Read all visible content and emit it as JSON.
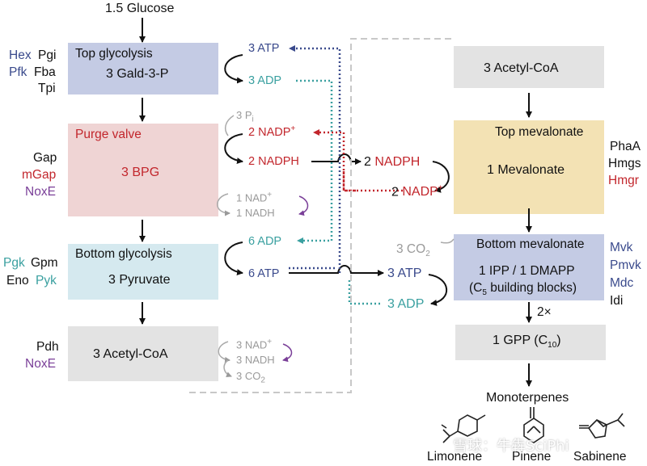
{
  "input": "1.5 Glucose",
  "top_glycolysis": {
    "title": "Top glycolysis",
    "product": "3 Gald-3-P",
    "fill": "#c4cbe4",
    "enzymes": {
      "hex": "Hex",
      "pgi": "Pgi",
      "pfk": "Pfk",
      "fba": "Fba",
      "tpi": "Tpi"
    },
    "atp_in": "3 ATP",
    "adp_out": "3 ADP"
  },
  "purge_valve": {
    "title": "Purge valve",
    "product": "3 BPG",
    "fill": "#efd4d4",
    "enzymes": {
      "gap": "Gap",
      "mgap": "mGap",
      "noxe": "NoxE"
    },
    "pi": "3 P",
    "pi_sub": "i",
    "nadp_in": "2 NADP",
    "nadp_sup": "+",
    "nadph_out": "2 NADPH",
    "nad_in": "1 NAD",
    "nad_sup": "+",
    "nadh_out": "1 NADH"
  },
  "bottom_glycolysis": {
    "title": "Bottom glycolysis",
    "product": "3 Pyruvate",
    "fill": "#d5e9ef",
    "enzymes": {
      "pgk": "Pgk",
      "gpm": "Gpm",
      "eno": "Eno",
      "pyk": "Pyk"
    },
    "adp_in": "6 ADP",
    "atp_out": "6 ATP"
  },
  "pdh_step": {
    "product": "3 Acetyl-CoA",
    "fill": "#e3e3e3",
    "enzymes": {
      "pdh": "Pdh",
      "noxe": "NoxE"
    },
    "nad_in": "3 NAD",
    "nad_sup": "+",
    "nadh_out": "3 NADH",
    "co2_out": "3 CO",
    "co2_sub": "2"
  },
  "mevalonate": {
    "acetyl": {
      "label": "3 Acetyl-CoA",
      "fill": "#e3e3e3"
    },
    "top": {
      "title": "Top mevalonate",
      "product": "1 Mevalonate",
      "fill": "#f3e2b4",
      "enzymes": {
        "phaa": "PhaA",
        "hmgs": "Hmgs",
        "hmgr": "Hmgr"
      },
      "nadph_in": "2 NADPH",
      "nadp_out": "2 NADP",
      "nadp_sup": "+"
    },
    "bottom": {
      "title": "Bottom mevalonate",
      "product_line1": "1 IPP / 1 DMAPP",
      "product_line2_pre": "(C",
      "product_line2_sub": "5",
      "product_line2_post": " building blocks)",
      "fill": "#c4cbe4",
      "enzymes": {
        "mvk": "Mvk",
        "pmvk": "Pmvk",
        "mdc": "Mdc",
        "idi": "Idi"
      },
      "co2_out": "3 CO",
      "co2_sub": "2",
      "atp_in": "3 ATP",
      "adp_out": "3 ADP"
    },
    "multiplier": "2×",
    "gpp": {
      "pre": "1 GPP (C",
      "sub": "10",
      "post": ")",
      "fill": "#e3e3e3"
    }
  },
  "products": {
    "heading": "Monoterpenes",
    "names": [
      "Limonene",
      "Pinene",
      "Sabinene"
    ]
  },
  "watermark": "雪球：牛犇SciPhi",
  "colors": {
    "blue": "#3a4a8c",
    "red": "#c2262c",
    "teal": "#3aa0a0",
    "purple": "#7a3f98",
    "gray": "#9a9a9a"
  }
}
